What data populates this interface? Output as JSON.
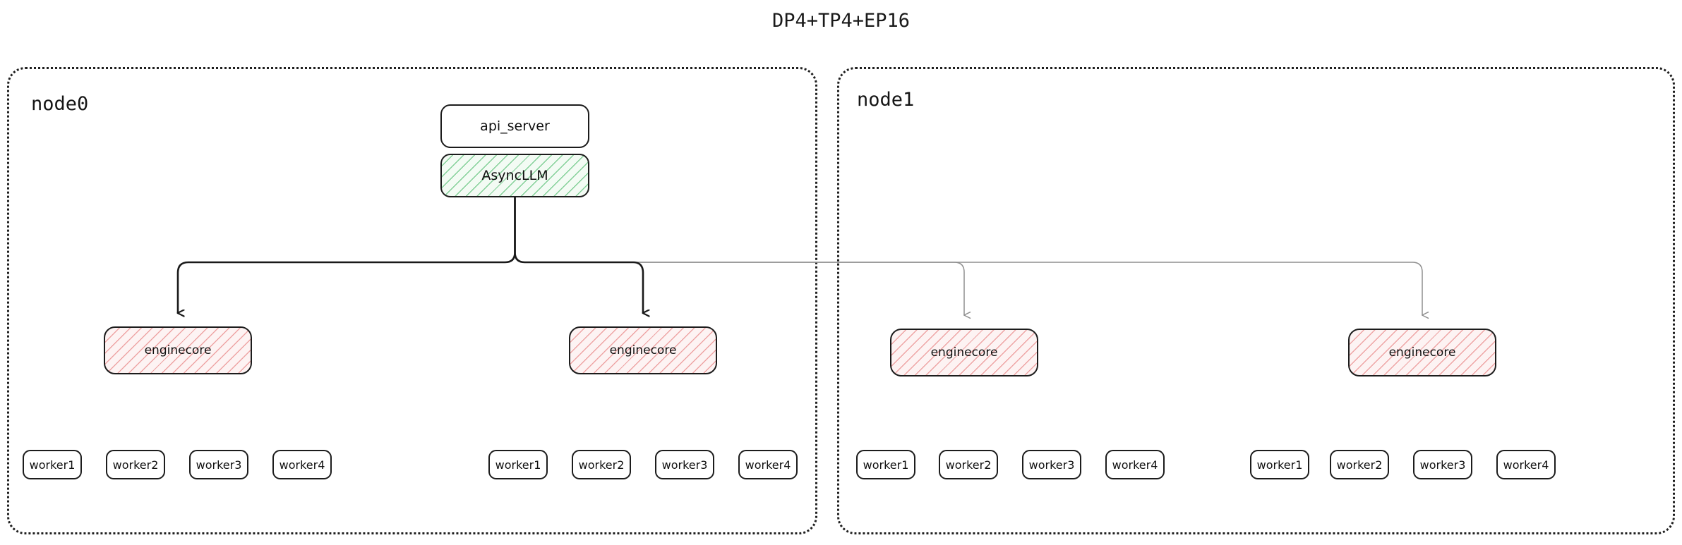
{
  "title": "DP4+TP4+EP16",
  "colors": {
    "outline": "#1c1c1c",
    "container_border": "#1f1f1f",
    "asyncllm_hatch": "#6ec887",
    "asyncllm_fill": "#f3fbf4",
    "enginecore_hatch": "#e78282",
    "enginecore_fill": "#fdf3f3",
    "local_connector": "#1a1a1a",
    "remote_connector": "#8f8f8f",
    "background": "#ffffff"
  },
  "nodes": [
    {
      "id": "node0",
      "label": "node0",
      "engines": [
        {
          "label": "enginecore",
          "workers": [
            {
              "label": "worker1"
            },
            {
              "label": "worker2"
            },
            {
              "label": "worker3"
            },
            {
              "label": "worker4"
            }
          ]
        },
        {
          "label": "enginecore",
          "workers": [
            {
              "label": "worker1"
            },
            {
              "label": "worker2"
            },
            {
              "label": "worker3"
            },
            {
              "label": "worker4"
            }
          ]
        }
      ]
    },
    {
      "id": "node1",
      "label": "node1",
      "engines": [
        {
          "label": "enginecore",
          "workers": [
            {
              "label": "worker1"
            },
            {
              "label": "worker2"
            },
            {
              "label": "worker3"
            },
            {
              "label": "worker4"
            }
          ]
        },
        {
          "label": "enginecore",
          "workers": [
            {
              "label": "worker1"
            },
            {
              "label": "worker2"
            },
            {
              "label": "worker3"
            },
            {
              "label": "worker4"
            }
          ]
        }
      ]
    }
  ],
  "frontend": {
    "api_server": "api_server",
    "async_llm": "AsyncLLM"
  }
}
